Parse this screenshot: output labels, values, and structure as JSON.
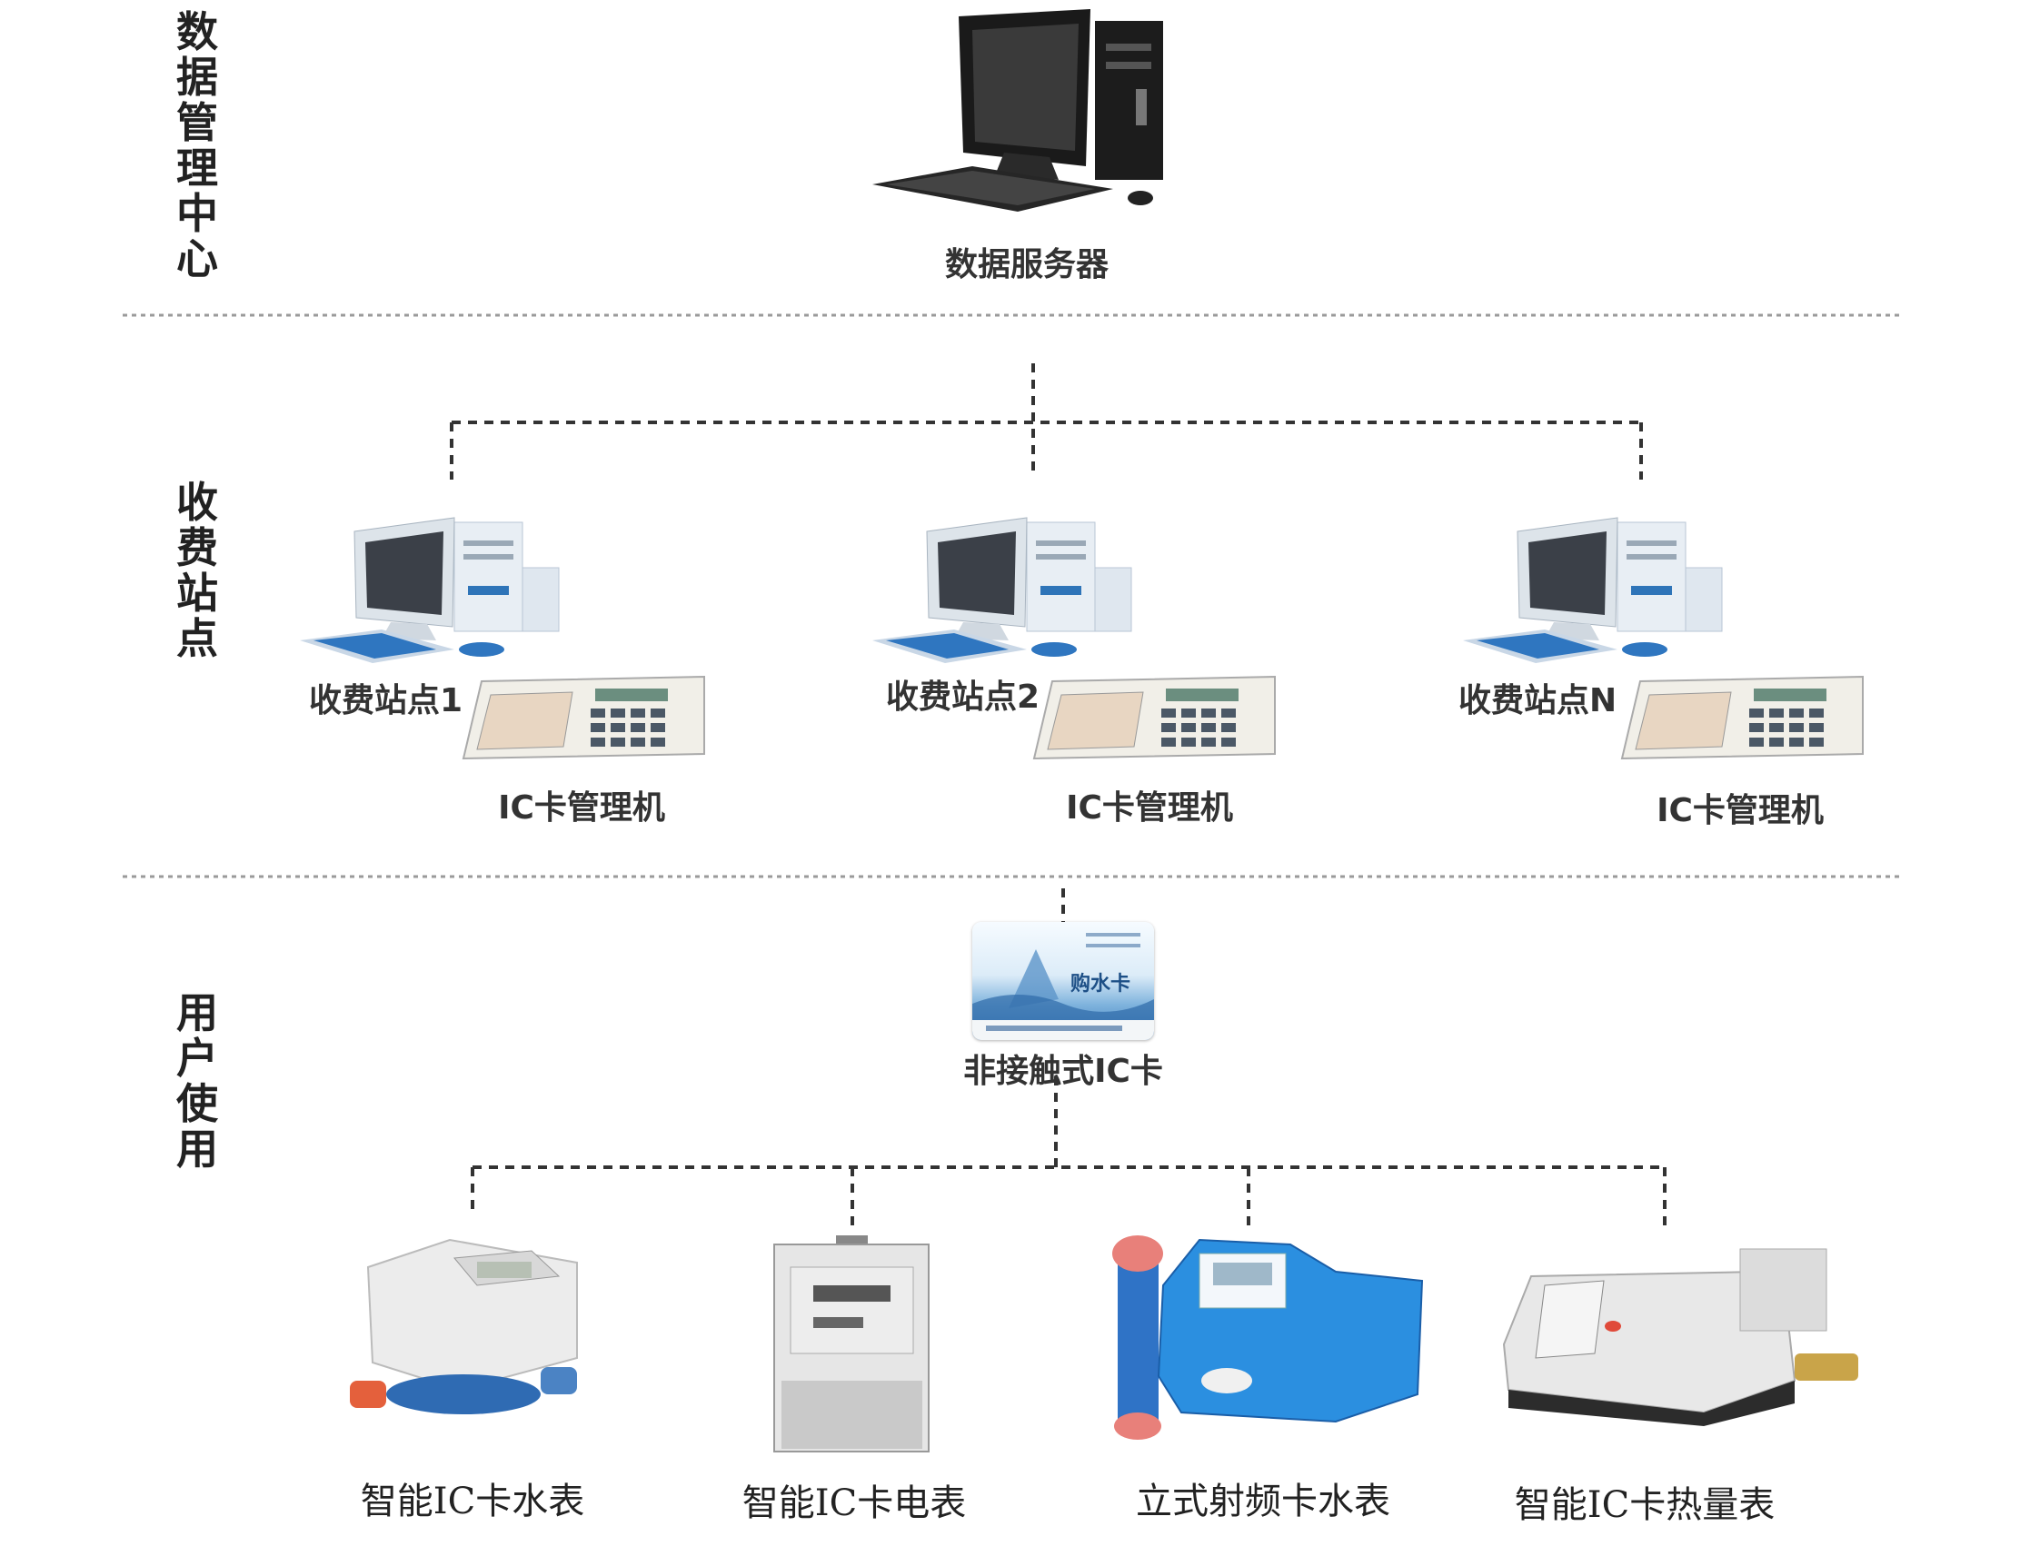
{
  "sections": {
    "top": [
      "数",
      "据",
      "管",
      "理",
      "中",
      "心"
    ],
    "middle": [
      "收",
      "费",
      "站",
      "点"
    ],
    "bottom": [
      "用",
      "户",
      "使",
      "用"
    ]
  },
  "server": {
    "label": "数据服务器"
  },
  "stations": [
    {
      "label": "收费站点1",
      "machine_label": "IC卡管理机"
    },
    {
      "label": "收费站点2",
      "machine_label": "IC卡管理机"
    },
    {
      "label": "收费站点N",
      "machine_label": "IC卡管理机"
    }
  ],
  "card": {
    "label": "非接触式IC卡",
    "face_text": "购水卡"
  },
  "meters": [
    {
      "label": "智能IC卡水表",
      "icon": "water-meter-icon"
    },
    {
      "label": "智能IC卡电表",
      "icon": "electric-meter-icon"
    },
    {
      "label": "立式射频卡水表",
      "icon": "vertical-rf-water-meter-icon"
    },
    {
      "label": "智能IC卡热量表",
      "icon": "heat-meter-icon"
    }
  ]
}
